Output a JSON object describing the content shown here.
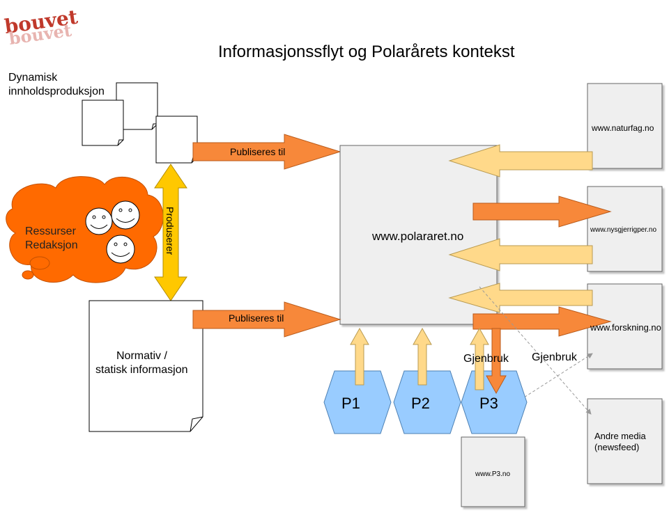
{
  "logo": {
    "line1": "bouvet",
    "line2": "bouvet"
  },
  "title": "Informasjonssflyt og Polarårets kontekst",
  "dynamic_label": {
    "line1": "Dynamisk",
    "line2": "innholdsproduksjon"
  },
  "cloud": {
    "line1": "Ressurser",
    "line2": "Redaksjon"
  },
  "produserer": "Produserer",
  "publish_arrow_top": "Publiseres til",
  "publish_arrow_bottom": "Publiseres til",
  "hub": "www.polararet.no",
  "normative": {
    "line1": "Normativ /",
    "line2": "statisk informasjon"
  },
  "sites": {
    "naturfag": "www.naturfag.no",
    "nysgjerrigper": "www.nysgjerrigper.no",
    "forskning": "www.forskning.no",
    "andre_line1": "Andre media",
    "andre_line2": "(newsfeed)",
    "p3": "www.P3.no"
  },
  "hexagons": [
    "P1",
    "P2",
    "P3"
  ],
  "gjenbruk": [
    "Gjenbruk",
    "Gjenbruk"
  ],
  "colors": {
    "orange_arrow": "#F7883A",
    "light_arrow": "#FFD98A",
    "cloud": "#FF6A00",
    "produce_arrow": "#FFC800",
    "hexagon": "#99CCFF",
    "box": "#EFEFEF"
  }
}
